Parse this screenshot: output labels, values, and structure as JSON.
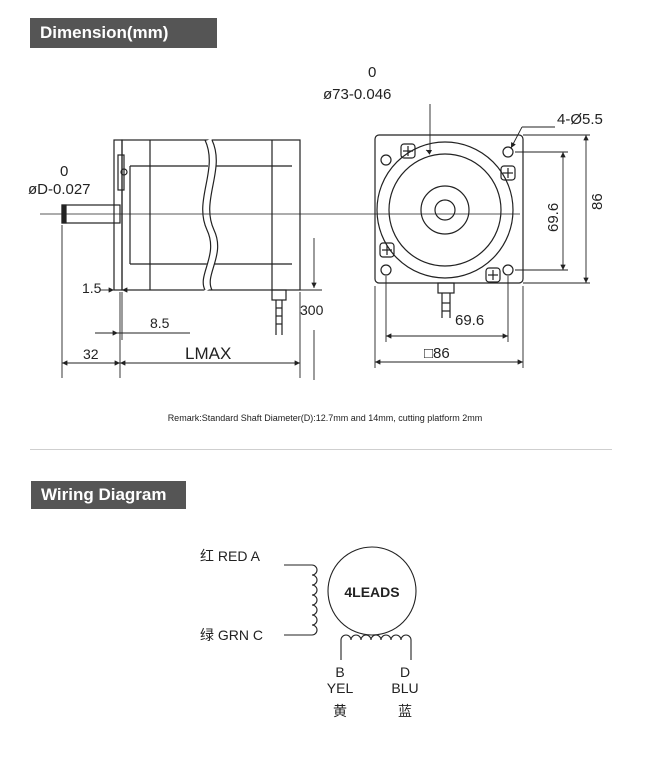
{
  "headers": {
    "dimension": "Dimension(mm)",
    "wiring": "Wiring Diagram"
  },
  "dimension": {
    "shaft_tol_top": "0",
    "shaft_tol": "øD-0.027",
    "flange_tol_top": "0",
    "flange_tol": "ø73-0.046",
    "holes": "4-Ø5.5",
    "h_69_6": "69.6",
    "h_86": "86",
    "dim_1_5": "1.5",
    "dim_8_5": "8.5",
    "dim_32": "32",
    "lmax": "LMAX",
    "lead_300": "300",
    "bottom_69_6": "69.6",
    "bottom_86": "□86"
  },
  "remark": "Remark:Standard Shaft Diameter(D):12.7mm and 14mm, cutting platform 2mm",
  "wiring": {
    "red": "红 RED A",
    "grn": "绿 GRN C",
    "center": "4LEADS",
    "b_letter": "B",
    "b_color": "YEL",
    "b_cn": "黄",
    "d_letter": "D",
    "d_color": "BLU",
    "d_cn": "蓝"
  }
}
